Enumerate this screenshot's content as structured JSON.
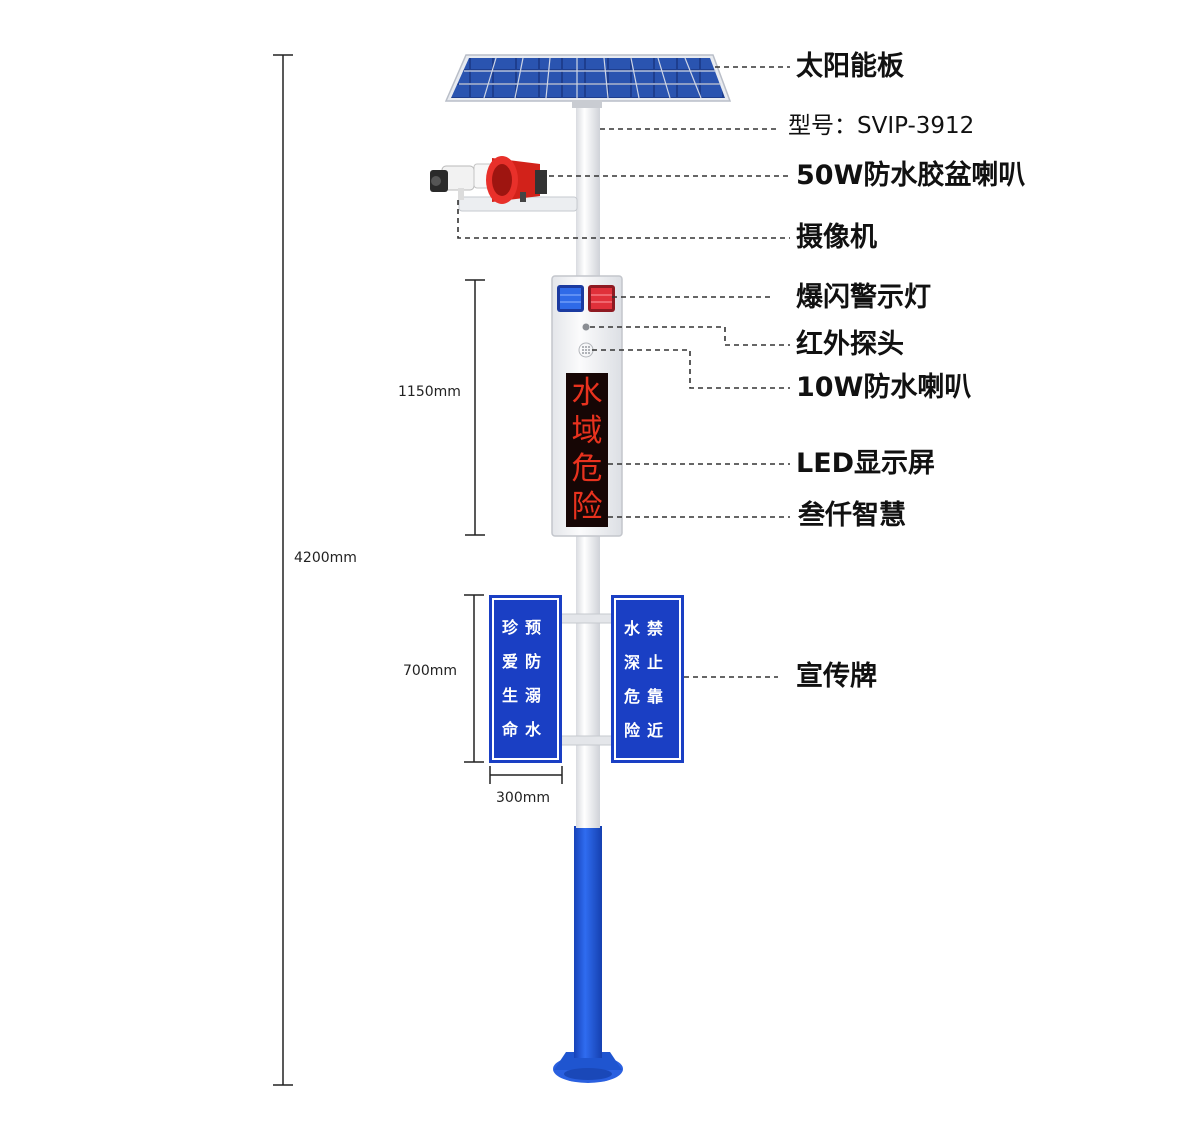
{
  "labels": {
    "solar_panel": "太阳能板",
    "model": "型号：SVIP-3912",
    "horn_speaker": "50W防水胶盆喇叭",
    "camera": "摄像机",
    "strobe_light": "爆闪警示灯",
    "infrared_probe": "红外探头",
    "speaker_10w": "10W防水喇叭",
    "led_screen": "LED显示屏",
    "brand": "叁仟智慧",
    "sign_board": "宣传牌"
  },
  "dimensions": {
    "total_height": "4200mm",
    "cabinet_height": "1150mm",
    "sign_height": "700mm",
    "sign_width": "300mm"
  },
  "led_display": {
    "chars": [
      "水",
      "域",
      "危",
      "险"
    ]
  },
  "sign_left": {
    "rows": [
      "珍预",
      "爱防",
      "生溺",
      "命水"
    ]
  },
  "sign_right": {
    "rows": [
      "水禁",
      "深止",
      "危靠",
      "险近"
    ]
  },
  "colors": {
    "pole_white": "#f2f3f5",
    "pole_blue": "#1e55d2",
    "sign_blue": "#1a3fc4",
    "led_red": "#e8321e",
    "strobe_blue": "#2456e0",
    "strobe_red": "#e0303a",
    "solar_panel": "#1f3f8c"
  }
}
